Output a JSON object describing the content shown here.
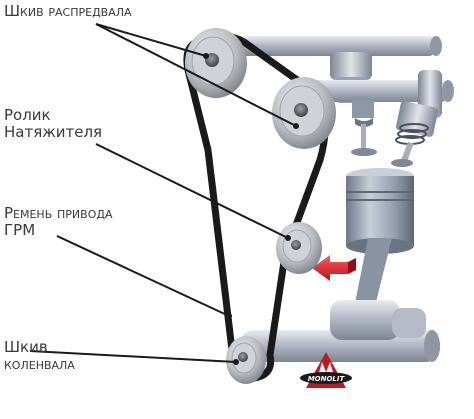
{
  "labels": {
    "camshaft_pulley": "Шкив распредвала",
    "tensioner_line1": "Ролик",
    "tensioner_line2": "Натяжителя",
    "belt_line1": "Ремень привода",
    "belt_line2": "ГРМ",
    "crank_line1": "Шкив",
    "crank_line2": "коленвала"
  },
  "logo": {
    "text": "MONOLIT"
  },
  "colors": {
    "belt": "#1a1a1a",
    "pulley": "#b9bcc2",
    "metal": "#a9afbb",
    "piston": "#8d97a6",
    "arrow": "#d8232a",
    "logo_red": "#c8161e",
    "label_text": "#3a3a3a",
    "leader_line": "#1a1a1a"
  }
}
